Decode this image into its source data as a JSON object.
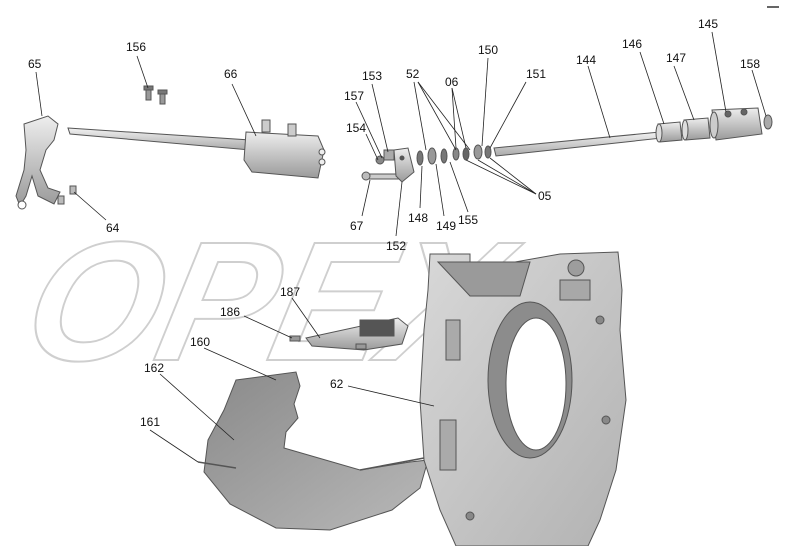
{
  "watermark": "OPEX",
  "callouts": [
    {
      "id": "156",
      "text": "156"
    },
    {
      "id": "65",
      "text": "65"
    },
    {
      "id": "66",
      "text": "66"
    },
    {
      "id": "64",
      "text": "64"
    },
    {
      "id": "157",
      "text": "157"
    },
    {
      "id": "153",
      "text": "153"
    },
    {
      "id": "154",
      "text": "154"
    },
    {
      "id": "52",
      "text": "52"
    },
    {
      "id": "06",
      "text": "06"
    },
    {
      "id": "150",
      "text": "150"
    },
    {
      "id": "151",
      "text": "151"
    },
    {
      "id": "144",
      "text": "144"
    },
    {
      "id": "146",
      "text": "146"
    },
    {
      "id": "147",
      "text": "147"
    },
    {
      "id": "145",
      "text": "145"
    },
    {
      "id": "158",
      "text": "158"
    },
    {
      "id": "67",
      "text": "67"
    },
    {
      "id": "152",
      "text": "152"
    },
    {
      "id": "148",
      "text": "148"
    },
    {
      "id": "149",
      "text": "149"
    },
    {
      "id": "155",
      "text": "155"
    },
    {
      "id": "05",
      "text": "05"
    },
    {
      "id": "187",
      "text": "187"
    },
    {
      "id": "186",
      "text": "186"
    },
    {
      "id": "160",
      "text": "160"
    },
    {
      "id": "162",
      "text": "162"
    },
    {
      "id": "161",
      "text": "161"
    },
    {
      "id": "62",
      "text": "62"
    }
  ]
}
